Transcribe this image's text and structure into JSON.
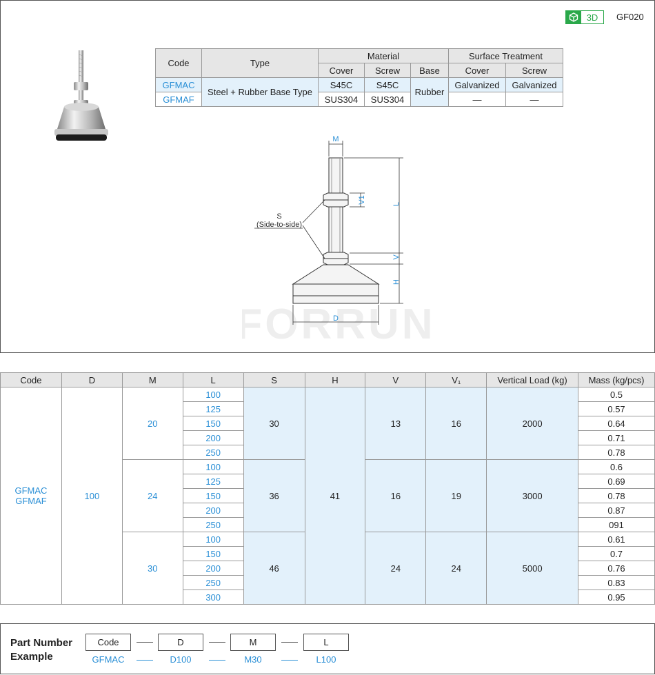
{
  "header": {
    "badge_label": "3D",
    "code": "GF020"
  },
  "material_table": {
    "headers": {
      "code": "Code",
      "type": "Type",
      "material": "Material",
      "surface": "Surface Treatment",
      "cover": "Cover",
      "screw": "Screw",
      "base": "Base",
      "s_cover": "Cover",
      "s_screw": "Screw"
    },
    "rows": [
      {
        "code": "GFMAC",
        "type": "Steel + Rubber Base Type",
        "cover": "S45C",
        "screw": "S45C",
        "base": "Rubber",
        "s_cover": "Galvanized",
        "s_screw": "Galvanized"
      },
      {
        "code": "GFMAF",
        "cover": "SUS304",
        "screw": "SUS304",
        "s_cover": "—",
        "s_screw": "—"
      }
    ]
  },
  "drawing": {
    "label_m": "M",
    "label_v1": "V1",
    "label_l": "L",
    "label_s": "S",
    "label_s_note": "(Side-to-side)",
    "label_v": "V",
    "label_h": "H",
    "label_d": "D",
    "watermark": "FORRUN"
  },
  "spec_table": {
    "headers": [
      "Code",
      "D",
      "M",
      "L",
      "S",
      "H",
      "V",
      "V₁",
      "Vertical Load (kg)",
      "Mass (kg/pcs)"
    ],
    "code": [
      "GFMAC",
      "GFMAF"
    ],
    "d": "100",
    "h": "41",
    "groups": [
      {
        "m": "20",
        "s": "30",
        "v": "13",
        "v1": "16",
        "load": "2000",
        "rows": [
          {
            "l": "100",
            "mass": "0.5"
          },
          {
            "l": "125",
            "mass": "0.57"
          },
          {
            "l": "150",
            "mass": "0.64"
          },
          {
            "l": "200",
            "mass": "0.71"
          },
          {
            "l": "250",
            "mass": "0.78"
          }
        ]
      },
      {
        "m": "24",
        "s": "36",
        "v": "16",
        "v1": "19",
        "load": "3000",
        "rows": [
          {
            "l": "100",
            "mass": "0.6"
          },
          {
            "l": "125",
            "mass": "0.69"
          },
          {
            "l": "150",
            "mass": "0.78"
          },
          {
            "l": "200",
            "mass": "0.87"
          },
          {
            "l": "250",
            "mass": "091"
          }
        ]
      },
      {
        "m": "30",
        "s": "46",
        "v": "24",
        "v1": "24",
        "load": "5000",
        "rows": [
          {
            "l": "100",
            "mass": "0.61"
          },
          {
            "l": "150",
            "mass": "0.7"
          },
          {
            "l": "200",
            "mass": "0.76"
          },
          {
            "l": "250",
            "mass": "0.83"
          },
          {
            "l": "300",
            "mass": "0.95"
          }
        ]
      }
    ]
  },
  "part_number": {
    "title_line1": "Part Number",
    "title_line2": "Example",
    "fields": [
      "Code",
      "D",
      "M",
      "L"
    ],
    "values": [
      "GFMAC",
      "D100",
      "M30",
      "L100"
    ]
  },
  "colors": {
    "accent_blue": "#2a8fd6",
    "green": "#2aa84a",
    "light_blue": "#e3f1fb",
    "header_gray": "#e6e6e6"
  }
}
